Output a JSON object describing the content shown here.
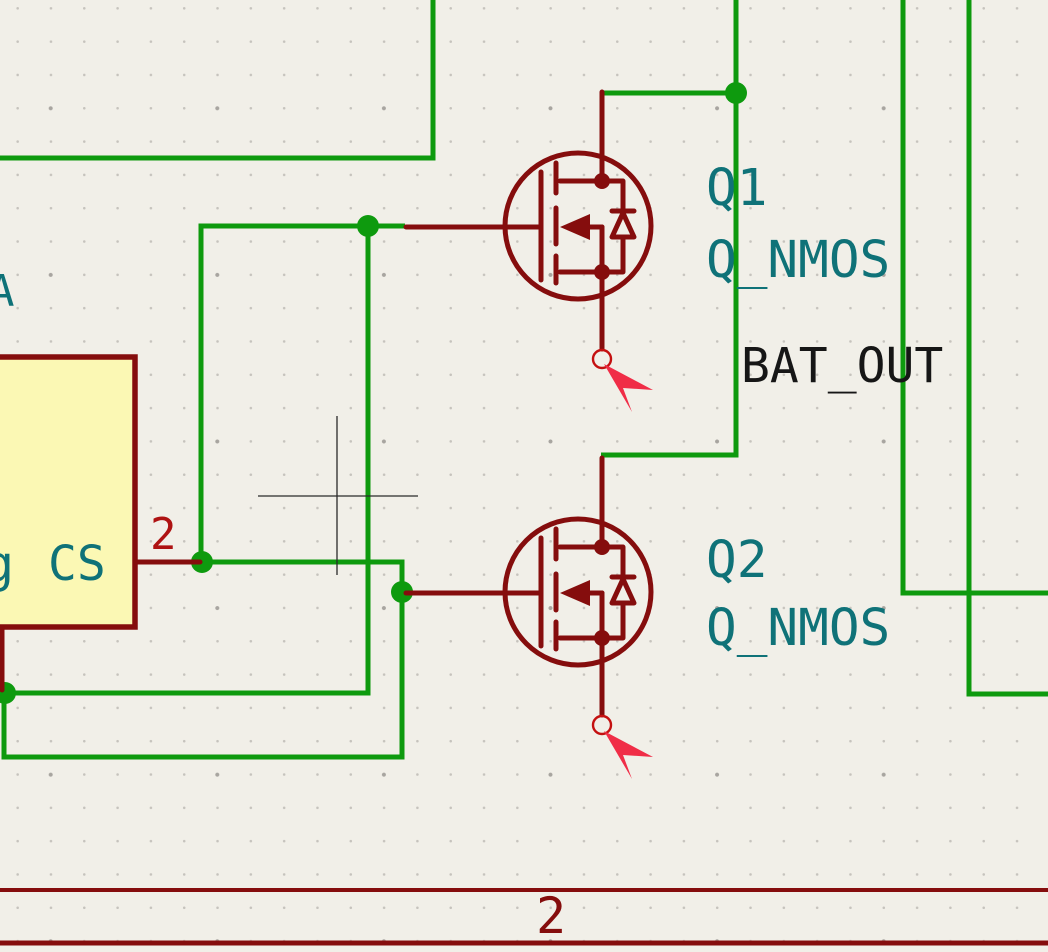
{
  "sheet": {
    "page_number": "2"
  },
  "components": [
    {
      "ref": "Q1",
      "value": "Q_NMOS"
    },
    {
      "ref": "Q2",
      "value": "Q_NMOS"
    }
  ],
  "ic_block": {
    "pin_name": "CS",
    "pin_number": "2",
    "partial_inner_text": "g"
  },
  "labels": {
    "net_label": "BAT_OUT",
    "partial_edge_label": "A"
  },
  "markers": {
    "unconnected_pin_count": 2
  },
  "colors": {
    "background": "#F1EFE8",
    "wire_green": "#0E9A0E",
    "symbol_maroon": "#850D0D",
    "reference_teal": "#0F7278",
    "net_label_black": "#161616",
    "pin_number_red": "#AE1212",
    "erc_marker_red": "#F02D47",
    "component_fill_yellow": "#FBF8B4"
  }
}
